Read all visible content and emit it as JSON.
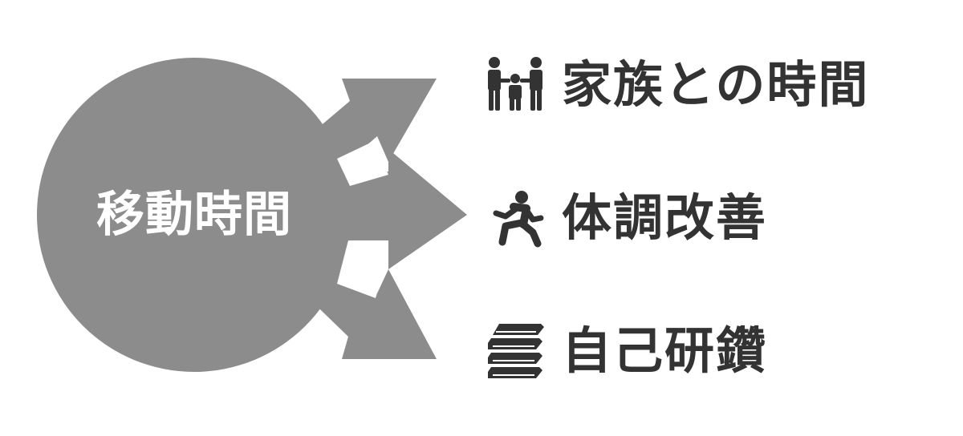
{
  "diagram": {
    "hub": {
      "label": "移動時間"
    },
    "outcomes": [
      {
        "icon": "family-icon",
        "label": "家族との時間"
      },
      {
        "icon": "running-person-icon",
        "label": "体調改善"
      },
      {
        "icon": "books-icon",
        "label": "自己研鑽"
      }
    ]
  },
  "colors": {
    "hub_fill": "#8c8c8c",
    "hub_text": "#ffffff",
    "label_text": "#333333",
    "icon_fill": "#333333",
    "background": "#ffffff"
  }
}
